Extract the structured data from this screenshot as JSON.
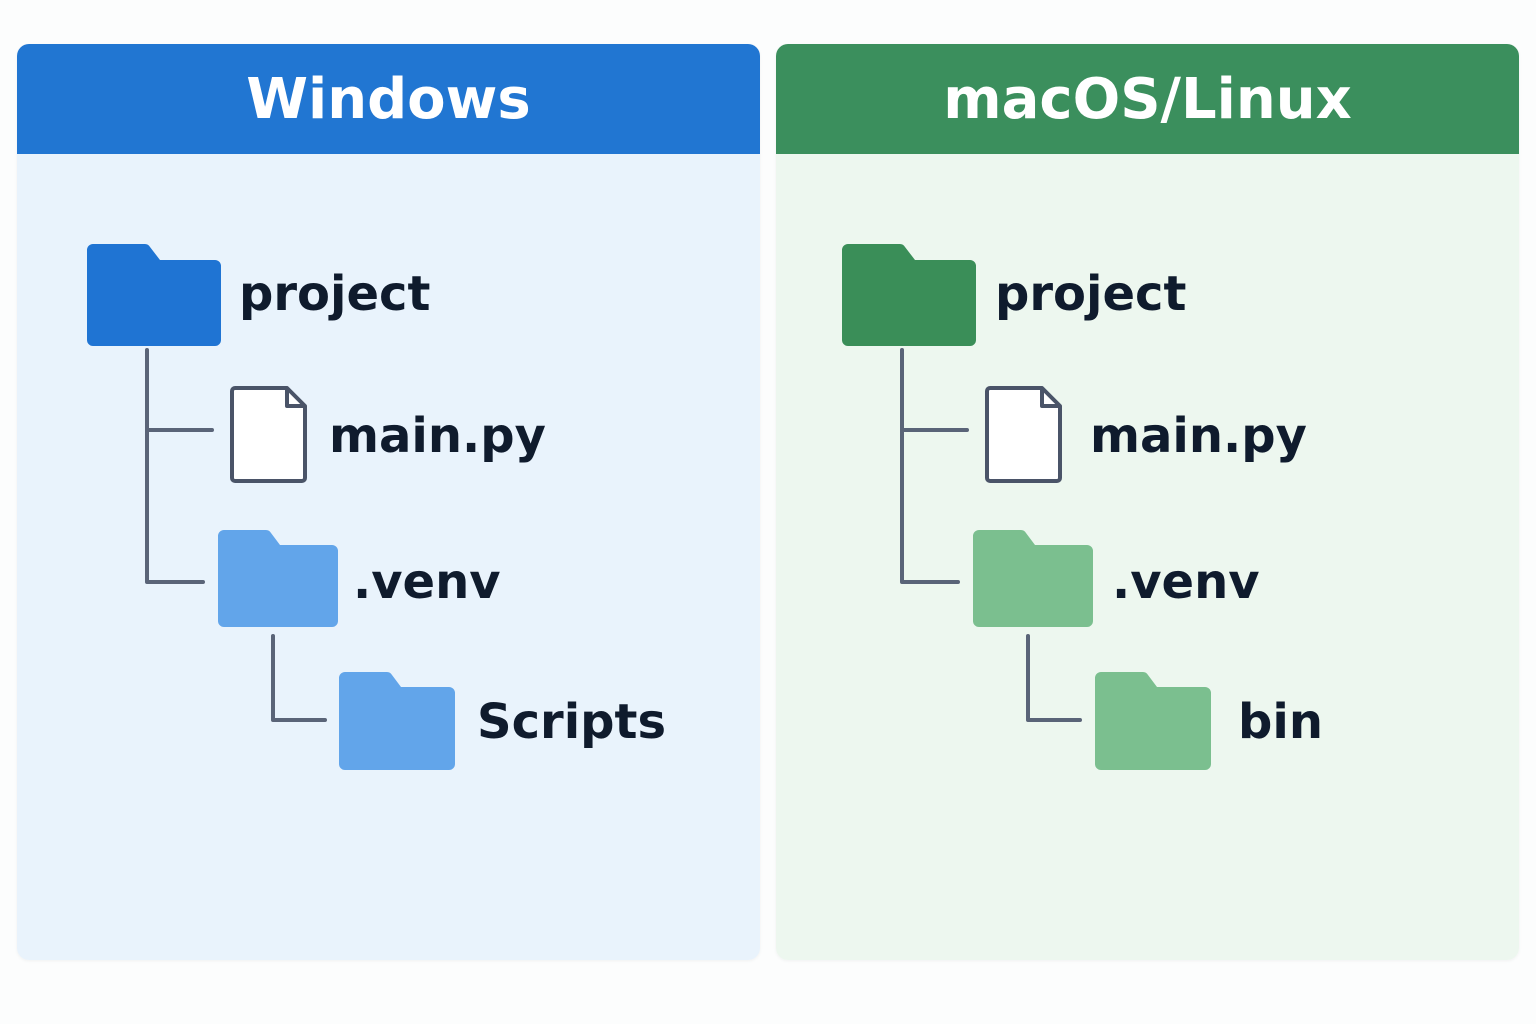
{
  "colors": {
    "windows_header": "#2176d2",
    "windows_body": "#e9f3fc",
    "windows_folder_dark": "#1f74d3",
    "windows_folder_light": "#62a5ea",
    "mac_header": "#3b8f5d",
    "mac_body": "#edf7ef",
    "mac_folder_dark": "#3a8e58",
    "mac_folder_light": "#7bbf8f",
    "connector": "#5a6478",
    "file_outline": "#4a5468",
    "text": "#0f1b2d"
  },
  "windows": {
    "title": "Windows",
    "root": "project",
    "file": "main.py",
    "venv": ".venv",
    "sub": "Scripts"
  },
  "mac": {
    "title": "macOS/Linux",
    "root": "project",
    "file": "main.py",
    "venv": ".venv",
    "sub": "bin"
  }
}
